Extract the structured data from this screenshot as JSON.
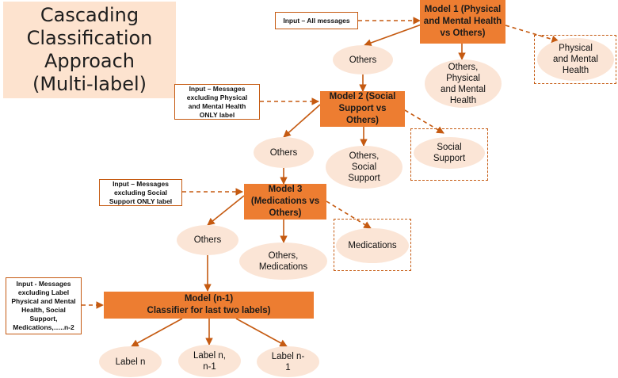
{
  "title": [
    "Cascading",
    "Classification",
    "Approach",
    "(Multi-label)"
  ],
  "models": [
    [
      "Model 1 (Physical",
      "and Mental Health",
      "vs Others)"
    ],
    [
      "Model 2 (Social",
      "Support vs",
      "Others)"
    ],
    [
      "Model 3",
      "(Medications vs",
      "Others)"
    ],
    [
      "Model (n-1)",
      "Classifier for last two labels)"
    ]
  ],
  "inputs": [
    [
      "Input – All messages"
    ],
    [
      "Input – Messages",
      "excluding Physical",
      "and Mental Health",
      "ONLY label"
    ],
    [
      "Input – Messages",
      "excluding Social",
      "Support ONLY label"
    ],
    [
      "Input - Messages",
      "excluding Label",
      "Physical and Mental",
      "Health, Social",
      "Support,",
      "Medications,…..n-2"
    ]
  ],
  "nodes": {
    "others1": [
      "Others"
    ],
    "others_pmh": [
      "Others,",
      "Physical",
      "and Mental",
      "Health"
    ],
    "pmh": [
      "Physical",
      "and Mental",
      "Health"
    ],
    "others2": [
      "Others"
    ],
    "others_ss": [
      "Others,",
      "Social",
      "Support"
    ],
    "ss": [
      "Social",
      "Support"
    ],
    "others3": [
      "Others"
    ],
    "others_med": [
      "Others,",
      "Medications"
    ],
    "med": [
      "Medications"
    ],
    "label_n": [
      "Label n"
    ],
    "label_n_n1": [
      "Label n,",
      "n-1"
    ],
    "label_n1": [
      "Label n-",
      "1"
    ]
  },
  "colors": {
    "model": "#ed7d31",
    "ellipse": "#fbe5d6",
    "title_bg": "#fde3cf",
    "arrow": "#c55a11"
  }
}
